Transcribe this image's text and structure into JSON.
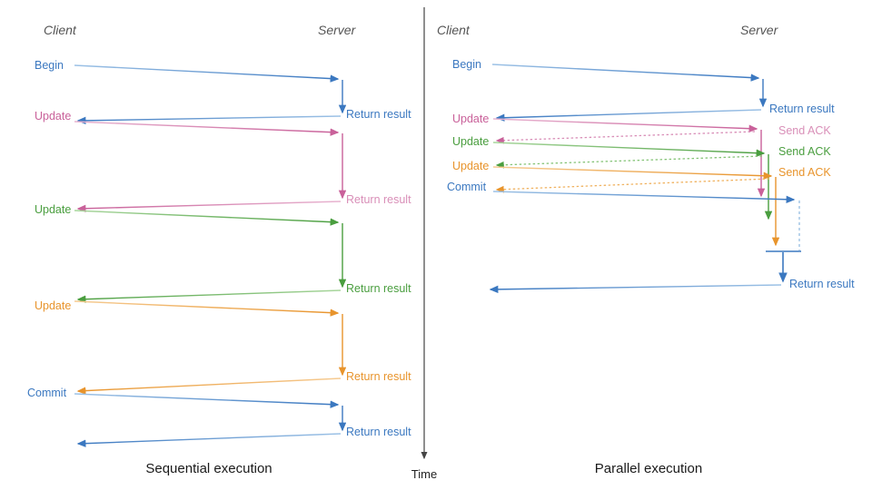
{
  "colors": {
    "blue": "#4a86c8",
    "blue_dark": "#3b78c0",
    "pink": "#c9619a",
    "pink_light": "#d98fb8",
    "green": "#4a9e3f",
    "green_light": "#86c478",
    "orange": "#e8942c",
    "orange_light": "#f0b362",
    "axis": "#444444",
    "header": "#555555",
    "caption": "#1a1a1a"
  },
  "time_axis": {
    "label": "Time"
  },
  "panels": [
    {
      "id": "sequential",
      "caption": "Sequential execution",
      "lanes": {
        "client": "Client",
        "server": "Server"
      },
      "messages": [
        {
          "label": "Begin",
          "side": "client",
          "color": "blue",
          "style": "solid"
        },
        {
          "label": "Return result",
          "side": "server",
          "color": "blue",
          "style": "solid"
        },
        {
          "label": "Update",
          "side": "client",
          "color": "pink",
          "style": "solid"
        },
        {
          "label": "Return result",
          "side": "server",
          "color": "pink",
          "style": "solid"
        },
        {
          "label": "Update",
          "side": "client",
          "color": "green",
          "style": "solid"
        },
        {
          "label": "Return result",
          "side": "server",
          "color": "green",
          "style": "solid"
        },
        {
          "label": "Update",
          "side": "client",
          "color": "orange",
          "style": "solid"
        },
        {
          "label": "Return result",
          "side": "server",
          "color": "orange",
          "style": "solid"
        },
        {
          "label": "Commit",
          "side": "client",
          "color": "blue",
          "style": "solid"
        },
        {
          "label": "Return result",
          "side": "server",
          "color": "blue",
          "style": "solid"
        }
      ]
    },
    {
      "id": "parallel",
      "caption": "Parallel execution",
      "lanes": {
        "client": "Client",
        "server": "Server"
      },
      "messages": [
        {
          "label": "Begin",
          "side": "client",
          "color": "blue",
          "style": "solid"
        },
        {
          "label": "Return result",
          "side": "server",
          "color": "blue",
          "style": "solid"
        },
        {
          "label": "Update",
          "side": "client",
          "color": "pink",
          "style": "solid"
        },
        {
          "label": "Send ACK",
          "side": "server",
          "color": "pink",
          "style": "dotted"
        },
        {
          "label": "Update",
          "side": "client",
          "color": "green",
          "style": "solid"
        },
        {
          "label": "Send ACK",
          "side": "server",
          "color": "green",
          "style": "dotted"
        },
        {
          "label": "Update",
          "side": "client",
          "color": "orange",
          "style": "solid"
        },
        {
          "label": "Send ACK",
          "side": "server",
          "color": "orange",
          "style": "dotted"
        },
        {
          "label": "Commit",
          "side": "client",
          "color": "blue",
          "style": "solid"
        },
        {
          "label": "Return result",
          "side": "server",
          "color": "blue",
          "style": "solid"
        }
      ]
    }
  ]
}
